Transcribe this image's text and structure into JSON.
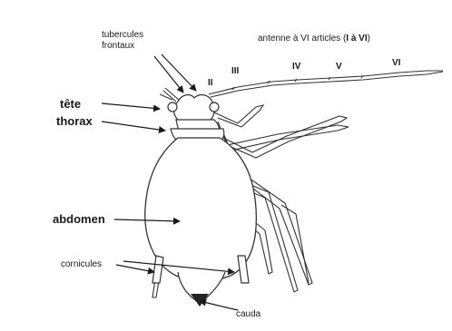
{
  "diagram": {
    "labels": {
      "tubercules_line1": "tubercules",
      "tubercules_line2": "frontaux",
      "antenne_prefix": "antenne à VI articles (",
      "antenne_bold": "I à VI",
      "antenne_suffix": ")",
      "tete": "tête",
      "thorax": "thorax",
      "abdomen": "abdomen",
      "cornicules": "cornicules",
      "cauda": "cauda"
    },
    "segments": [
      "II",
      "III",
      "IV",
      "V",
      "VI"
    ]
  },
  "colors": {
    "ink": "#1a1a1a",
    "line": "#333333",
    "background": "#ffffff"
  }
}
